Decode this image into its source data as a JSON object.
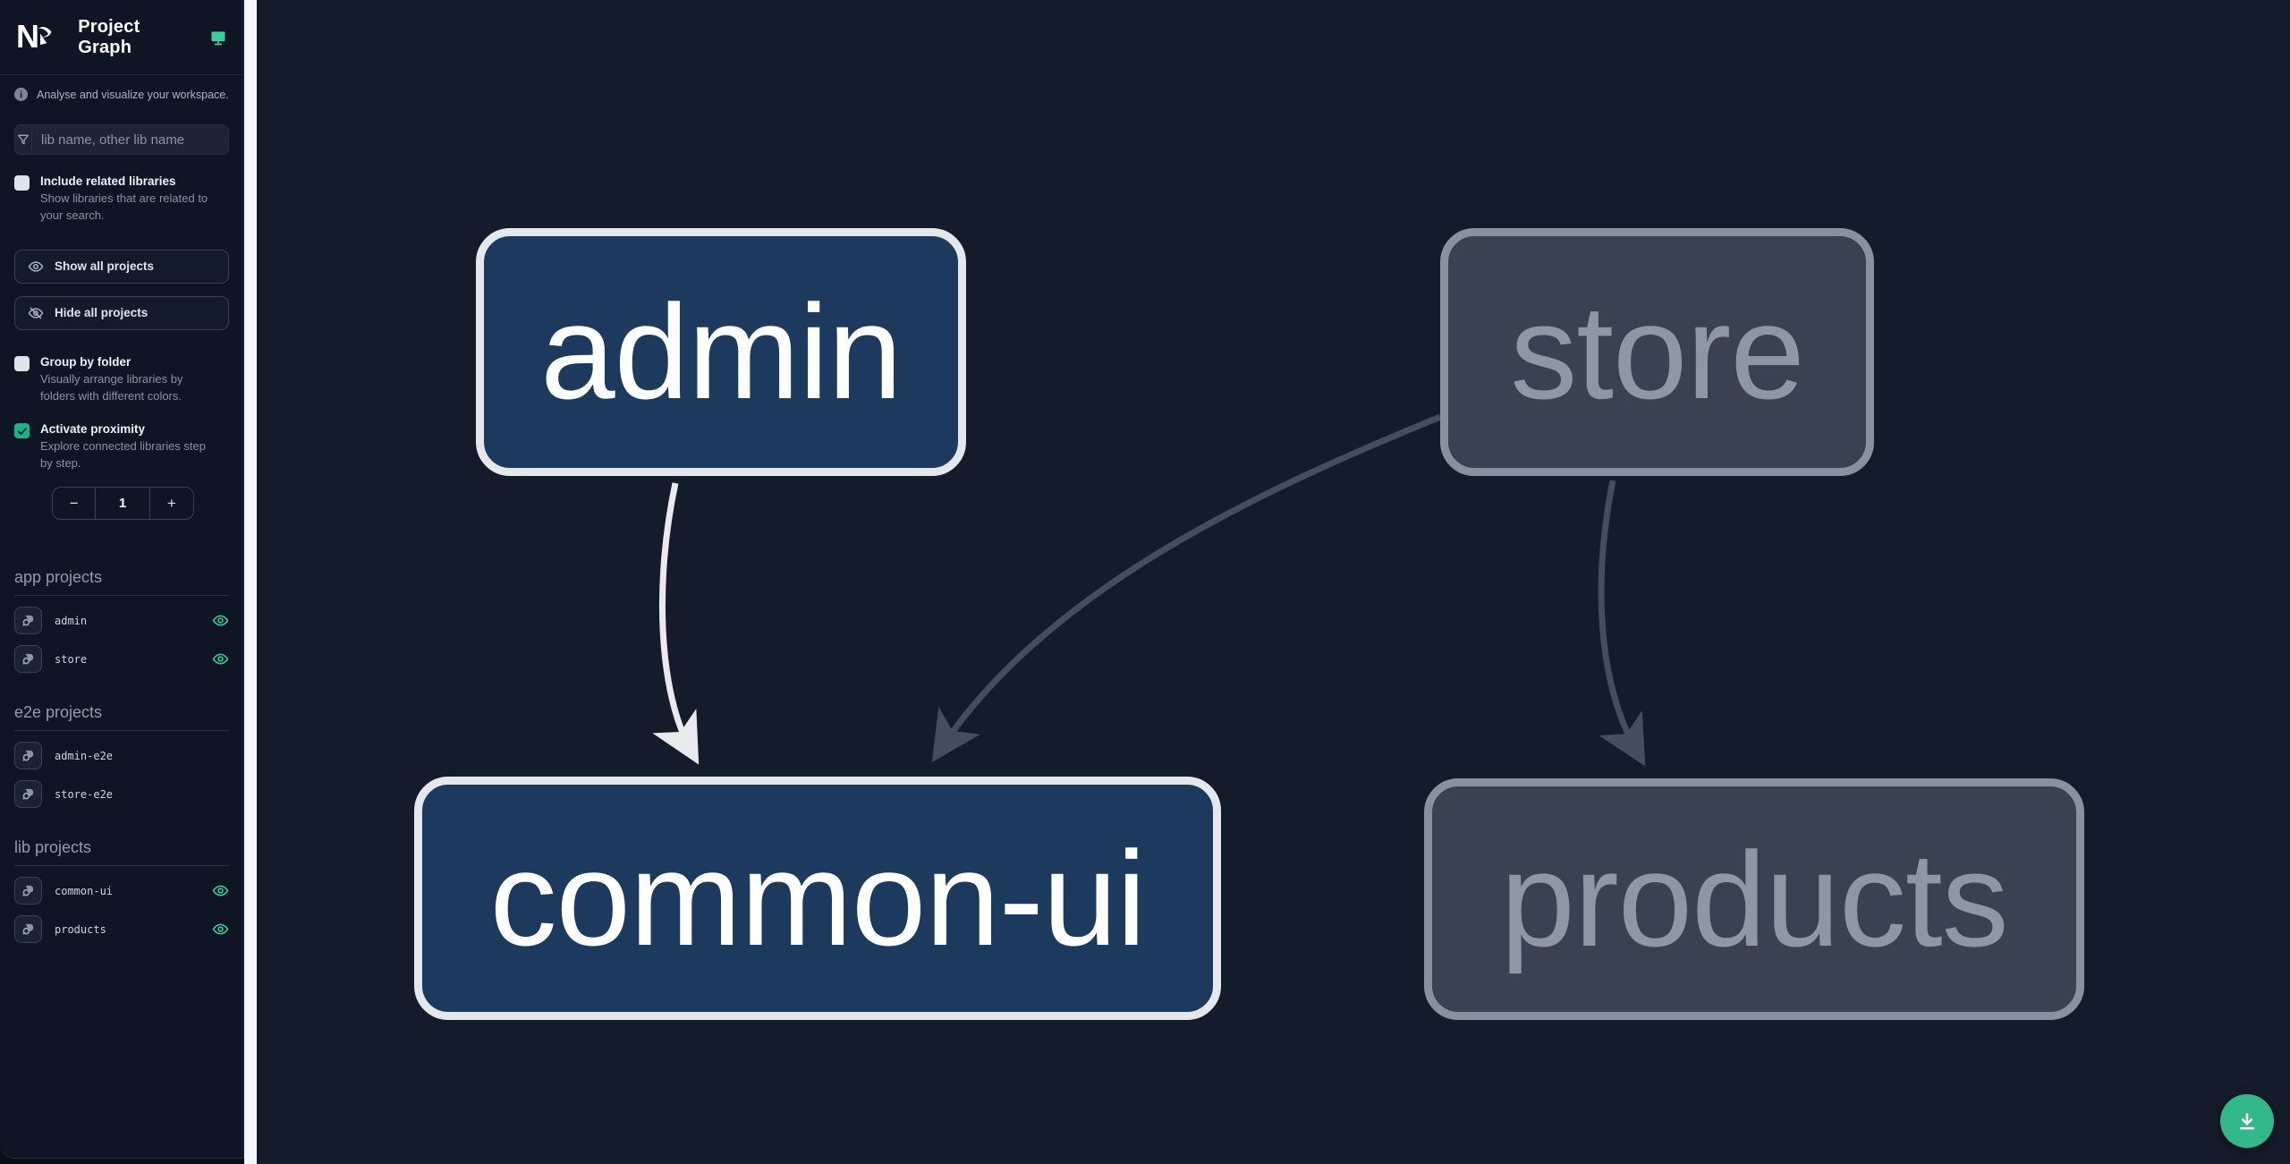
{
  "header": {
    "title": "Project Graph",
    "logo_text": "N"
  },
  "sidebar": {
    "tagline": "Analyse and visualize your workspace.",
    "search": {
      "placeholder": "lib name, other lib name",
      "value": ""
    },
    "include_related": {
      "label": "Include related libraries",
      "description": "Show libraries that are related to your search.",
      "checked": false
    },
    "buttons": {
      "show_all": "Show all projects",
      "hide_all": "Hide all projects"
    },
    "group_by_folder": {
      "label": "Group by folder",
      "description": "Visually arrange libraries by folders with different colors.",
      "checked": false
    },
    "activate_proximity": {
      "label": "Activate proximity",
      "description": "Explore connected libraries step by step.",
      "checked": true,
      "value": "1",
      "decrement": "−",
      "increment": "+"
    },
    "sections": [
      {
        "title": "app projects",
        "items": [
          {
            "name": "admin",
            "eye_visible": true
          },
          {
            "name": "store",
            "eye_visible": true
          }
        ]
      },
      {
        "title": "e2e projects",
        "items": [
          {
            "name": "admin-e2e",
            "eye_visible": false
          },
          {
            "name": "store-e2e",
            "eye_visible": false
          }
        ]
      },
      {
        "title": "lib projects",
        "items": [
          {
            "name": "common-ui",
            "eye_visible": true
          },
          {
            "name": "products",
            "eye_visible": true
          }
        ]
      }
    ]
  },
  "graph": {
    "nodes": [
      {
        "id": "admin",
        "state": "focused"
      },
      {
        "id": "store",
        "state": "faded"
      },
      {
        "id": "common-ui",
        "state": "focused"
      },
      {
        "id": "products",
        "state": "faded"
      }
    ],
    "edges": [
      {
        "from": "admin",
        "to": "common-ui",
        "highlighted": true
      },
      {
        "from": "store",
        "to": "common-ui",
        "highlighted": false
      },
      {
        "from": "store",
        "to": "products",
        "highlighted": false
      }
    ]
  },
  "colors": {
    "accent_teal": "#34d399",
    "checkbox_checked": "#14b789",
    "fab": "#32b88b",
    "focused_node_fill": "#1c3a5e",
    "focused_node_border": "#e4e7ec",
    "faded_node_fill": "#3a4150",
    "faded_node_border": "#8a919e",
    "edge_highlight": "#e8eaed",
    "edge_faded": "#454d5c",
    "canvas_bg": "#141b2a",
    "sidebar_bg": "#0f1524"
  }
}
